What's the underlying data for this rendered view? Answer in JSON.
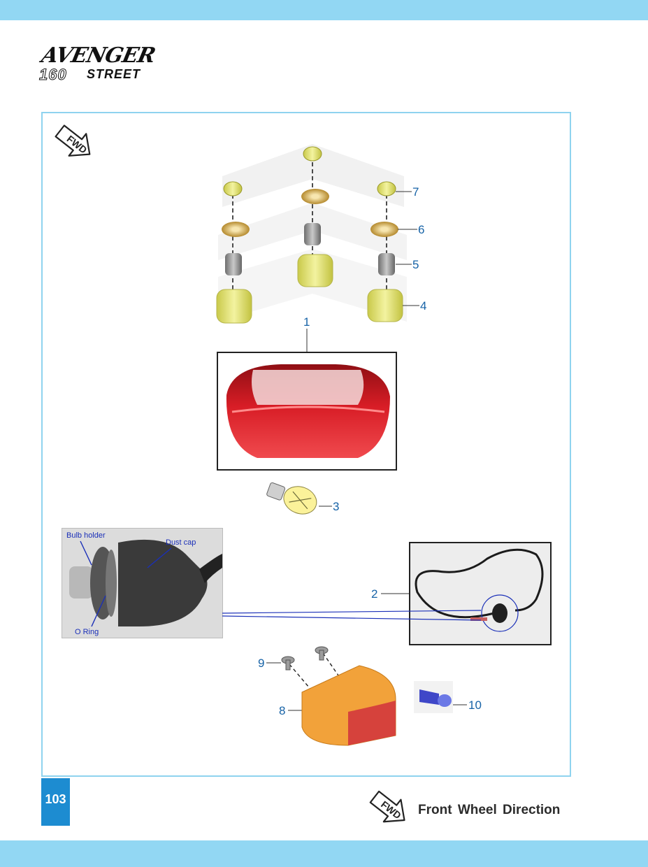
{
  "logo": {
    "line1": "AVENGER",
    "line2": "160",
    "line3": "STREET"
  },
  "fwd_label": "FWD",
  "callouts": {
    "c1": "1",
    "c2": "2",
    "c3": "3",
    "c4": "4",
    "c5": "5",
    "c6": "6",
    "c7": "7",
    "c8": "8",
    "c9": "9",
    "c10": "10"
  },
  "annotations": {
    "bulb_holder": "Bulb holder",
    "dust_cap": "Dust cap",
    "o_ring": "O Ring"
  },
  "page_number": "103",
  "footer": "Front Wheel Direction",
  "colors": {
    "band": "#92d7f3",
    "frame": "#8fd3ef",
    "callout": "#1763a7",
    "page_tab": "#1d8cd1"
  }
}
